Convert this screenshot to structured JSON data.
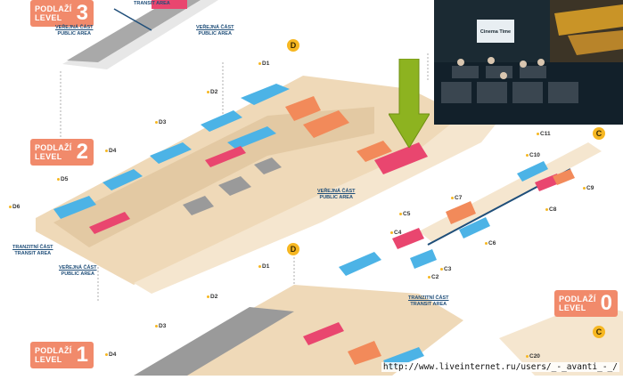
{
  "levels": [
    {
      "word": "PODLAŽÍ",
      "sub": "LEVEL",
      "num": "3"
    },
    {
      "word": "PODLAŽÍ",
      "sub": "LEVEL",
      "num": "2"
    },
    {
      "word": "PODLAŽÍ",
      "sub": "LEVEL",
      "num": "1"
    },
    {
      "word": "PODLAŽÍ",
      "sub": "LEVEL",
      "num": "0"
    }
  ],
  "piers": [
    "D",
    "D",
    "C",
    "C"
  ],
  "gates": [
    "D1",
    "D2",
    "D3",
    "D4",
    "D5",
    "D6",
    "D1",
    "D2",
    "D3",
    "D4",
    "C5",
    "C4",
    "C3",
    "C2",
    "C6",
    "C7",
    "C8",
    "C9",
    "C10",
    "C11",
    "C20"
  ],
  "areas": [
    {
      "cz": "VEŘEJNÁ ČÁST",
      "en": "PUBLIC AREA"
    },
    {
      "cz": "VEŘEJNÁ ČÁST",
      "en": "PUBLIC AREA"
    },
    {
      "cz": "VEŘEJNÁ ČÁST",
      "en": "PUBLIC AREA"
    },
    {
      "cz": "VEŘEJNÁ ČÁST",
      "en": "PUBLIC AREA"
    },
    {
      "cz": "TRANZITNÍ ČÁST",
      "en": "TRANSIT AREA"
    },
    {
      "cz": "TRANZITNÍ ČÁST",
      "en": "TRANSIT AREA"
    }
  ],
  "transit_top": "TRANSIT AREA",
  "photo": {
    "screen_text": "Cinema Time"
  },
  "watermark": "http://www.liveinternet.ru/users/_-_avanti_-_/",
  "colors": {
    "floor": "#efd9b8",
    "public": "#ffffff",
    "shop": "#4cb3e6",
    "service": "#f28a5a",
    "accent": "#e9466f",
    "arrow": "#8db320",
    "level_badge": "#f18a6b",
    "pier_badge": "#f6b722"
  }
}
